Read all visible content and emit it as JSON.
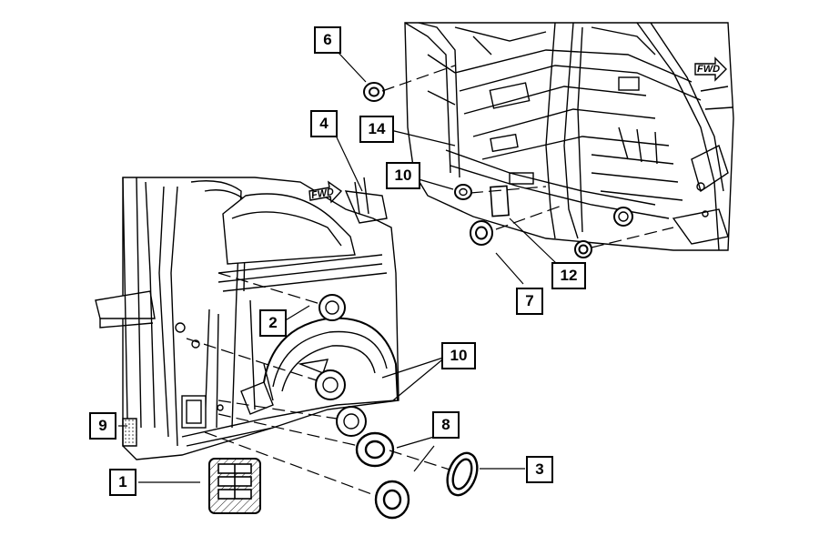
{
  "callouts": {
    "c1": "1",
    "c2": "2",
    "c3": "3",
    "c4": "4",
    "c6": "6",
    "c7": "7",
    "c8": "8",
    "c9": "9",
    "c10_upper": "10",
    "c10_lower": "10",
    "c12": "12",
    "c14": "14"
  },
  "direction_markers": {
    "upper": "FWD",
    "lower": "FWD"
  }
}
